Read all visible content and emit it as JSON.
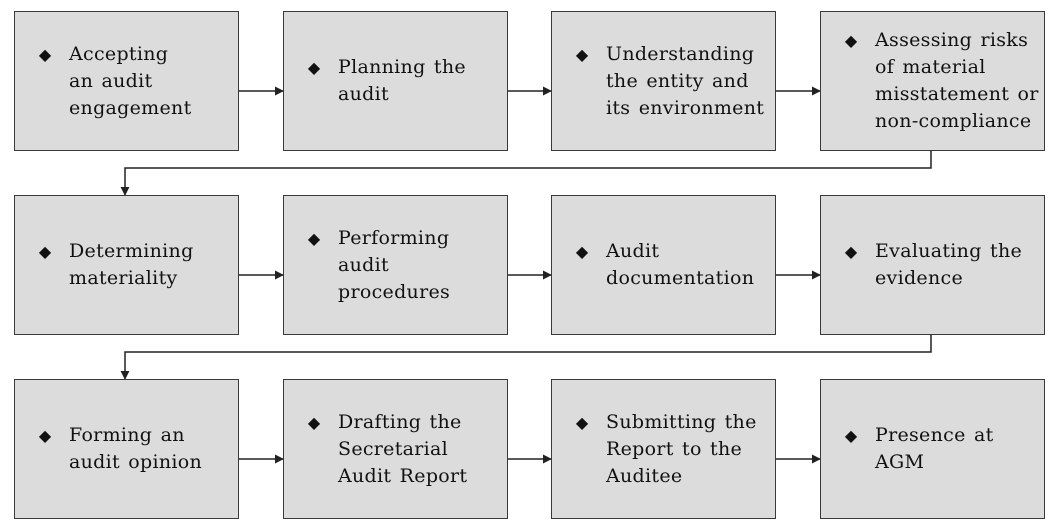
{
  "steps": [
    {
      "lines": [
        "Accepting",
        "an audit",
        "engagement"
      ]
    },
    {
      "lines": [
        "Planning the",
        "audit"
      ]
    },
    {
      "lines": [
        "Understanding",
        "the entity and",
        "its environment"
      ]
    },
    {
      "lines": [
        "Assessing risks",
        "of material",
        "misstatement or",
        "non-compliance"
      ]
    },
    {
      "lines": [
        "Determining",
        "materiality"
      ]
    },
    {
      "lines": [
        "Performing",
        "audit",
        "procedures"
      ]
    },
    {
      "lines": [
        "Audit",
        "documentation"
      ]
    },
    {
      "lines": [
        "Evaluating the",
        "evidence"
      ]
    },
    {
      "lines": [
        "Forming an",
        "audit opinion"
      ]
    },
    {
      "lines": [
        "Drafting the",
        "Secretarial",
        "Audit Report"
      ]
    },
    {
      "lines": [
        "Submitting the",
        "Report to the",
        "Auditee"
      ]
    },
    {
      "lines": [
        "Presence at",
        "AGM"
      ]
    }
  ],
  "bullet_glyph": "◆",
  "colors": {
    "box_fill": "#dcdcdc",
    "box_border": "#3a3a3a",
    "arrow": "#222222"
  }
}
